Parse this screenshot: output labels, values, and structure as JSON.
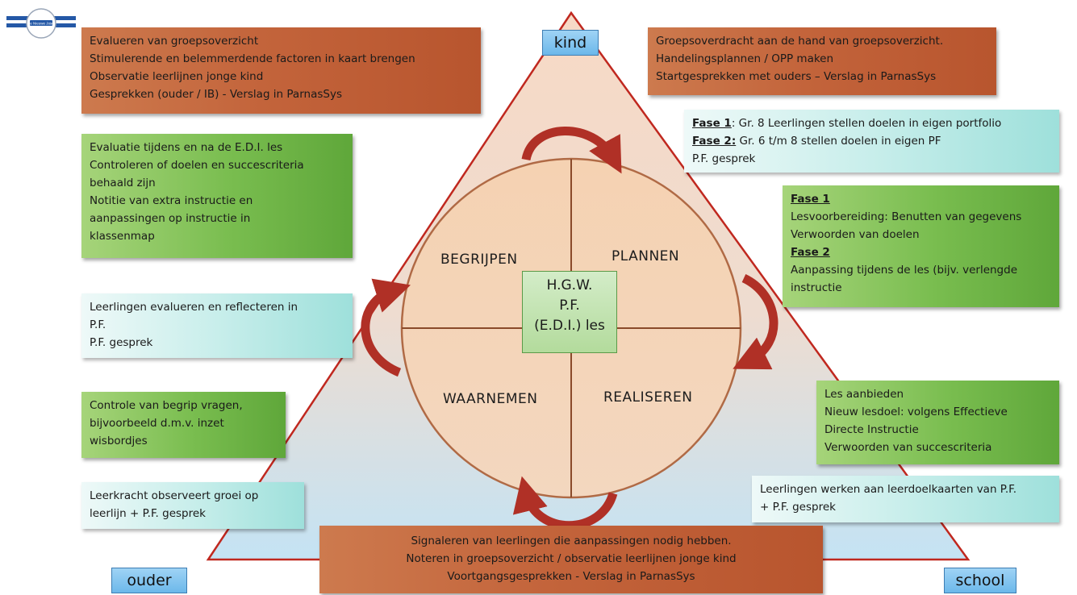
{
  "corners": {
    "top": "kind",
    "left": "ouder",
    "right": "school"
  },
  "center": {
    "lines": [
      "H.G.W.",
      "P.F.",
      "(E.D.I.) les"
    ]
  },
  "phases": {
    "top_left": "BEGRIJPEN",
    "top_right": "PLANNEN",
    "bottom_left": "WAARNEMEN",
    "bottom_right": "REALISEREN"
  },
  "logo": {
    "text": "De Nieuwe Josef"
  },
  "colors": {
    "triangle_border": "#c0281f",
    "circle_border": "#b06a45",
    "divider": "#8a4a2a",
    "arrow": "#b03026",
    "brown_box": "#c3643b",
    "green_box": "#79bd4f",
    "cyan_box": "#c8eeeb",
    "corner_box": "#8fcaf0"
  },
  "boxes": {
    "top_left": {
      "lines": [
        "Evalueren van groepsoverzicht",
        "Stimulerende en belemmerdende factoren in kaart brengen",
        "Observatie leerlijnen jonge kind",
        "Gesprekken (ouder / IB) - Verslag in ParnasSys"
      ]
    },
    "top_right": {
      "lines": [
        "Groepsoverdracht aan de hand van groepsoverzicht.",
        "Handelingsplannen / OPP maken",
        "Startgesprekken met ouders – Verslag in ParnasSys"
      ]
    },
    "edi_eval": {
      "lines": [
        "Evaluatie tijdens en na de E.D.I. les",
        "Controleren of doelen en succescriteria",
        "behaald zijn",
        "Notitie van extra instructie en",
        "aanpassingen op instructie in",
        "klassenmap"
      ]
    },
    "fase_goals": {
      "l1_label": "Fase 1",
      "l1_text": ": Gr. 8 Leerlingen stellen doelen in eigen portfolio",
      "l2_label": "Fase 2:",
      "l2_text": " Gr. 6 t/m 8 stellen doelen in eigen PF",
      "l3_text": "P.F. gesprek"
    },
    "fase_lesson": {
      "label1": "Fase 1",
      "line1": "Lesvoorbereiding: Benutten van gegevens",
      "line2": "Verwoorden van doelen",
      "label2": "Fase 2",
      "line3": "Aanpassing tijdens de les (bijv. verlengde",
      "line4": "instructie"
    },
    "reflect": {
      "lines": [
        "Leerlingen evalueren en reflecteren in",
        "P.F.",
        "P.F. gesprek"
      ]
    },
    "check": {
      "lines": [
        "Controle van begrip vragen,",
        "bijvoorbeeld d.m.v. inzet",
        "wisbordjes"
      ]
    },
    "lesson": {
      "lines": [
        "Les aanbieden",
        "Nieuw lesdoel: volgens Effectieve",
        "Directe Instructie",
        "Verwoorden van succescriteria"
      ]
    },
    "observe": {
      "lines": [
        "Leerkracht observeert groei op",
        "leerlijn + P.F. gesprek"
      ]
    },
    "work": {
      "lines": [
        "Leerlingen werken aan leerdoelkaarten van P.F.",
        "+ P.F. gesprek"
      ]
    },
    "bottom": {
      "lines": [
        "Signaleren van leerlingen die aanpassingen nodig hebben.",
        "Noteren in groepsoverzicht / observatie leerlijnen jonge kind",
        "Voortgangsgesprekken - Verslag in ParnasSys"
      ]
    }
  }
}
